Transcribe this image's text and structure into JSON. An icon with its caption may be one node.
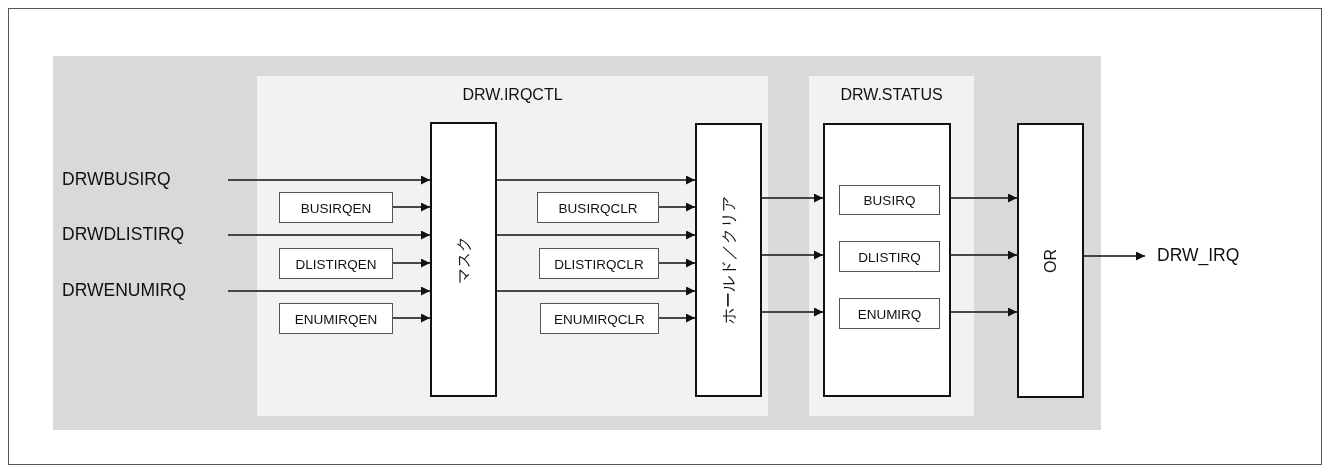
{
  "diagram": {
    "nodes": [
      {
        "text": [],
        "shape": "box"
      },
      {
        "text": [
          "DRW.IRQCTL"
        ],
        "in": 0
      },
      {
        "text": [
          "DRW.STATUS"
        ],
        "in": 0
      },
      {
        "text": [
          "DRWBUSIRQ"
        ],
        "in": 0
      },
      {
        "text": [
          "DRWDLISTIRQ"
        ],
        "in": 0
      },
      {
        "text": [
          "DRWENUMIRQ"
        ],
        "in": 0
      },
      {
        "text": [
          "BUSIRQEN"
        ],
        "in": 1
      },
      {
        "text": [
          "DLISTIRQEN"
        ],
        "in": 1
      },
      {
        "text": [
          "ENUMIRQEN"
        ],
        "in": 1
      },
      {
        "text": [
          "マスク"
        ],
        "in": 1
      },
      {
        "text": [
          "BUSIRQCLR"
        ],
        "in": 1
      },
      {
        "text": [
          "DLISTIRQCLR"
        ],
        "in": 1
      },
      {
        "text": [
          "ENUMIRQCLR"
        ],
        "in": 1
      },
      {
        "text": [
          "ホールド／クリア"
        ],
        "in": 1
      },
      {
        "text": [],
        "shape": "box",
        "in": 2
      },
      {
        "text": [
          "BUSIRQ"
        ],
        "in": 14
      },
      {
        "text": [
          "DLISTIRQ"
        ],
        "in": 14
      },
      {
        "text": [
          "ENUMIRQ"
        ],
        "in": 14
      },
      {
        "text": [
          "OR"
        ],
        "in": 0
      },
      {
        "text": [
          "DRW_IRQ"
        ]
      }
    ],
    "edges": [
      {
        "from": 3,
        "to": 9,
        "arrow": "to"
      },
      {
        "from": 6,
        "to": 9,
        "arrow": "to"
      },
      {
        "from": 4,
        "to": 9,
        "arrow": "to"
      },
      {
        "from": 7,
        "to": 9,
        "arrow": "to"
      },
      {
        "from": 5,
        "to": 9,
        "arrow": "to"
      },
      {
        "from": 8,
        "to": 9,
        "arrow": "to"
      },
      {
        "from": 9,
        "to": 13,
        "arrow": "to"
      },
      {
        "from": 9,
        "to": 13,
        "arrow": "to"
      },
      {
        "from": 9,
        "to": 13,
        "arrow": "to"
      },
      {
        "from": 10,
        "to": 13,
        "arrow": "to"
      },
      {
        "from": 11,
        "to": 13,
        "arrow": "to"
      },
      {
        "from": 12,
        "to": 13,
        "arrow": "to"
      },
      {
        "from": 13,
        "to": 14,
        "arrow": "to"
      },
      {
        "from": 13,
        "to": 14,
        "arrow": "to"
      },
      {
        "from": 13,
        "to": 14,
        "arrow": "to"
      },
      {
        "from": 14,
        "to": 18,
        "arrow": "to"
      },
      {
        "from": 14,
        "to": 18,
        "arrow": "to"
      },
      {
        "from": 14,
        "to": 18,
        "arrow": "to"
      },
      {
        "from": 18,
        "to": 19,
        "arrow": "to"
      }
    ]
  }
}
